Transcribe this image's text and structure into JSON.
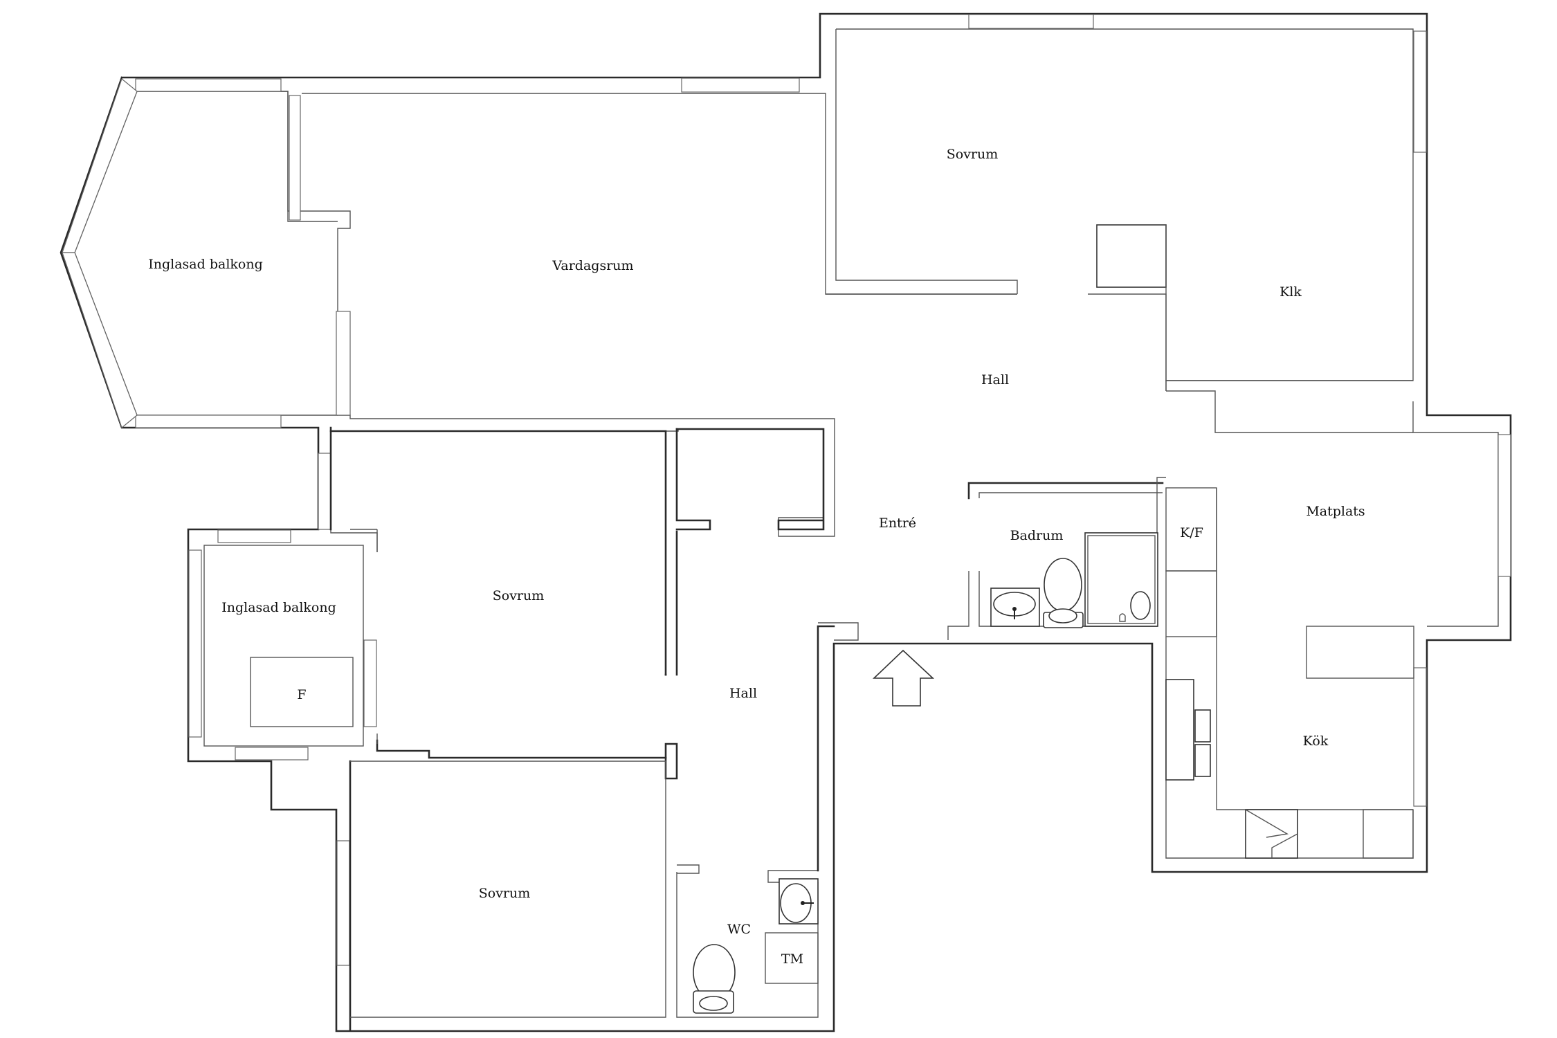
{
  "floorplan": {
    "rooms": [
      {
        "id": "balcony-west",
        "label": "Inglasad balkong"
      },
      {
        "id": "living-room",
        "label": "Vardagsrum"
      },
      {
        "id": "bedroom-north",
        "label": "Sovrum"
      },
      {
        "id": "closet-klk",
        "label": "Klk"
      },
      {
        "id": "hall-north",
        "label": "Hall"
      },
      {
        "id": "entrance",
        "label": "Entré"
      },
      {
        "id": "bathroom",
        "label": "Badrum"
      },
      {
        "id": "fridge-freezer",
        "label": "K/F"
      },
      {
        "id": "dining",
        "label": "Matplats"
      },
      {
        "id": "balcony-small",
        "label": "Inglasad balkong"
      },
      {
        "id": "balcony-fixture",
        "label": "F"
      },
      {
        "id": "bedroom-middle",
        "label": "Sovrum"
      },
      {
        "id": "hall-south",
        "label": "Hall"
      },
      {
        "id": "kitchen",
        "label": "Kök"
      },
      {
        "id": "bedroom-south",
        "label": "Sovrum"
      },
      {
        "id": "wc",
        "label": "WC"
      },
      {
        "id": "washer",
        "label": "TM"
      }
    ]
  },
  "colors": {
    "walls": "#2a2a2a",
    "background": "#ffffff"
  },
  "icons": [
    "entrance-arrow-icon",
    "toilet-icon",
    "sink-icon"
  ]
}
